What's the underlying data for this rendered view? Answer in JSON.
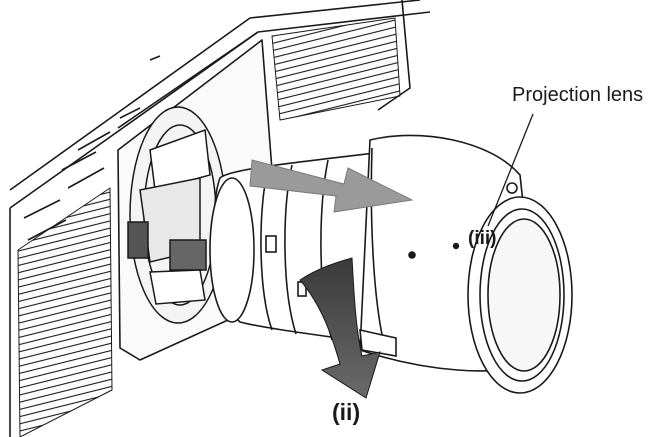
{
  "labels": {
    "projection_lens": "Projection lens",
    "step_iii": "(iii)",
    "step_ii": "(ii)"
  },
  "colors": {
    "line": "#1a1a1a",
    "arrow_fill": "#9a9a9a",
    "arrow_dark": "#3a3a3a",
    "background": "#ffffff"
  }
}
